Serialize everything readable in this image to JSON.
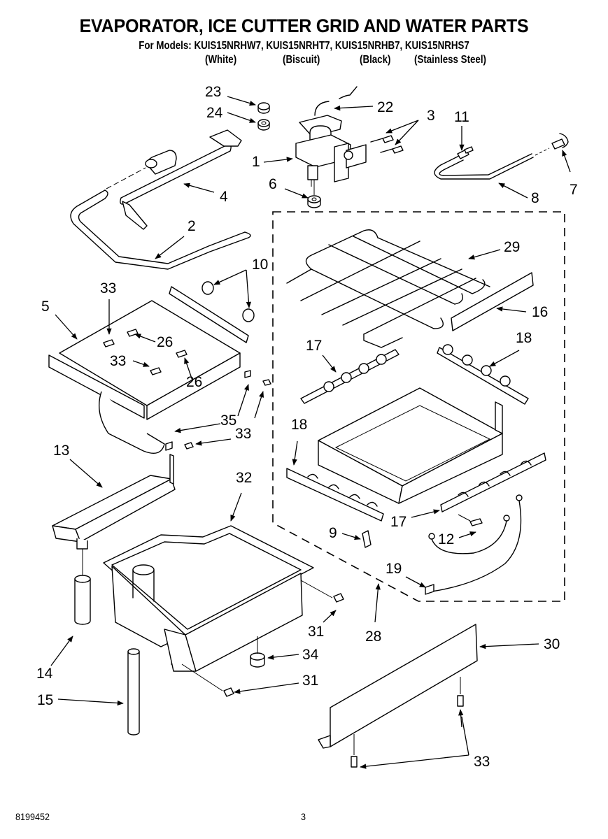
{
  "header": {
    "title": "EVAPORATOR, ICE CUTTER GRID AND WATER PARTS",
    "models_line": "For Models: KUIS15NRHW7, KUIS15NRHT7, KUIS15NRHB7, KUIS15NRHS7",
    "finishes": [
      "(White)",
      "(Biscuit)",
      "(Black)",
      "(Stainless Steel)"
    ]
  },
  "footer": {
    "document_number": "8199452",
    "page_number": "3"
  },
  "callouts": [
    {
      "id": "c23",
      "label": "23"
    },
    {
      "id": "c24",
      "label": "24"
    },
    {
      "id": "c22",
      "label": "22"
    },
    {
      "id": "c3",
      "label": "3"
    },
    {
      "id": "c11",
      "label": "11"
    },
    {
      "id": "c1",
      "label": "1"
    },
    {
      "id": "c6",
      "label": "6"
    },
    {
      "id": "c4",
      "label": "4"
    },
    {
      "id": "c8",
      "label": "8"
    },
    {
      "id": "c7",
      "label": "7"
    },
    {
      "id": "c2",
      "label": "2"
    },
    {
      "id": "c29",
      "label": "29"
    },
    {
      "id": "c10",
      "label": "10"
    },
    {
      "id": "c33a",
      "label": "33"
    },
    {
      "id": "c5",
      "label": "5"
    },
    {
      "id": "c16",
      "label": "16"
    },
    {
      "id": "c26a",
      "label": "26"
    },
    {
      "id": "c17a",
      "label": "17"
    },
    {
      "id": "c18a",
      "label": "18"
    },
    {
      "id": "c33b",
      "label": "33"
    },
    {
      "id": "c26b",
      "label": "26"
    },
    {
      "id": "c35",
      "label": "35"
    },
    {
      "id": "c33c",
      "label": "33"
    },
    {
      "id": "c18b",
      "label": "18"
    },
    {
      "id": "c13",
      "label": "13"
    },
    {
      "id": "c32",
      "label": "32"
    },
    {
      "id": "c17b",
      "label": "17"
    },
    {
      "id": "c9",
      "label": "9"
    },
    {
      "id": "c12",
      "label": "12"
    },
    {
      "id": "c19",
      "label": "19"
    },
    {
      "id": "c31a",
      "label": "31"
    },
    {
      "id": "c28",
      "label": "28"
    },
    {
      "id": "c30",
      "label": "30"
    },
    {
      "id": "c34",
      "label": "34"
    },
    {
      "id": "c14",
      "label": "14"
    },
    {
      "id": "c31b",
      "label": "31"
    },
    {
      "id": "c15",
      "label": "15"
    },
    {
      "id": "c33d",
      "label": "33"
    }
  ]
}
